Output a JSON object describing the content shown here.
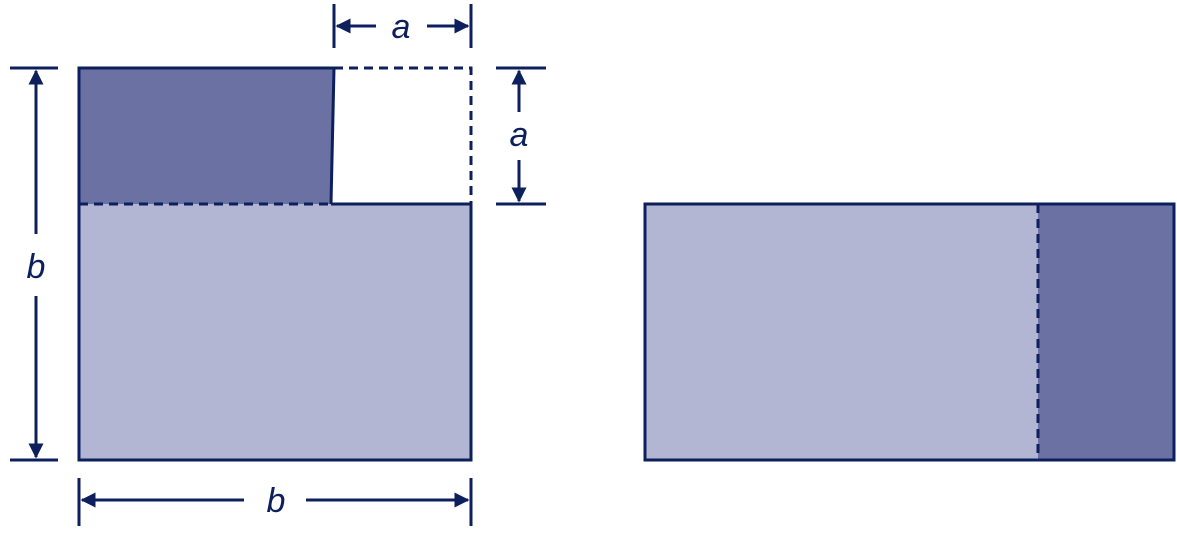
{
  "labels": {
    "a_top": "a",
    "a_right": "a",
    "b_left": "b",
    "b_bottom": "b"
  },
  "colors": {
    "stroke": "#0d1f5c",
    "dark_fill": "#6b71a3",
    "light_fill": "#b2b6d3",
    "background": "#ffffff"
  }
}
